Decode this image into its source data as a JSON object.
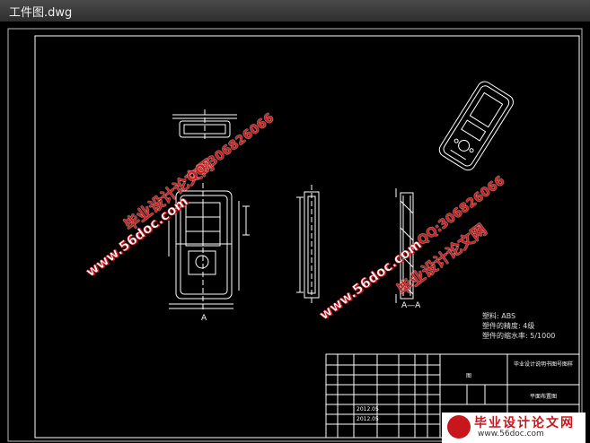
{
  "window": {
    "title": "工件图.dwg"
  },
  "drawing": {
    "view_label_a": "A",
    "section_label": "A—A",
    "notes": [
      "塑料: ABS",
      "塑件的精度: 4级",
      "塑件的缩水率: 5/1000"
    ],
    "title_block": {
      "cells": [
        "图",
        "毕业设计说明书图号图样",
        "平面布置图",
        "2012.05",
        "2012.05"
      ]
    }
  },
  "watermarks": {
    "site_name": "毕业设计论文网",
    "qq": "QQ:306826066",
    "url": "www.56doc.com"
  },
  "footer_logo": {
    "name": "毕业设计论文网",
    "url": "www.56doc.com"
  },
  "colors": {
    "background": "#000000",
    "lines": "#ffffff",
    "watermark_red": "#c8161d"
  }
}
